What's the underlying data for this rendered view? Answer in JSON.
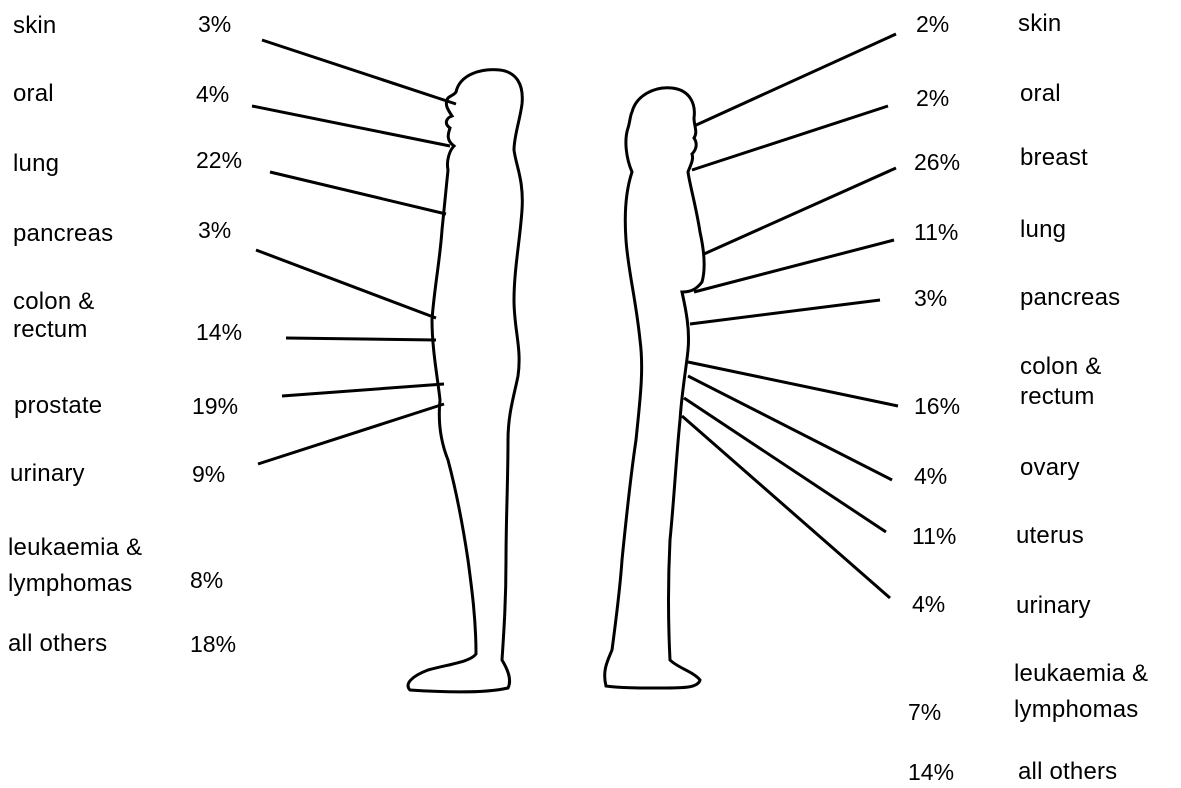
{
  "male": {
    "entries": [
      {
        "label": "skin",
        "percent": "3%"
      },
      {
        "label": "oral",
        "percent": "4%"
      },
      {
        "label": "lung",
        "percent": "22%"
      },
      {
        "label": "pancreas",
        "percent": "3%"
      },
      {
        "label": "colon &\nrectum",
        "percent": "14%"
      },
      {
        "label": "prostate",
        "percent": "19%"
      },
      {
        "label": "urinary",
        "percent": "9%"
      },
      {
        "label": "leukaemia &\nlymphomas",
        "percent": "8%"
      },
      {
        "label": "all others",
        "percent": "18%"
      }
    ]
  },
  "female": {
    "entries": [
      {
        "label": "skin",
        "percent": "2%"
      },
      {
        "label": "oral",
        "percent": "2%"
      },
      {
        "label": "breast",
        "percent": "26%"
      },
      {
        "label": "lung",
        "percent": "11%"
      },
      {
        "label": "pancreas",
        "percent": "3%"
      },
      {
        "label": "colon &\nrectum",
        "percent": "16%"
      },
      {
        "label": "ovary",
        "percent": "4%"
      },
      {
        "label": "uterus",
        "percent": "11%"
      },
      {
        "label": "urinary",
        "percent": "4%"
      },
      {
        "label": "leukaemia &\nlymphomas",
        "percent": "7%"
      },
      {
        "label": "all others",
        "percent": "14%"
      }
    ]
  }
}
